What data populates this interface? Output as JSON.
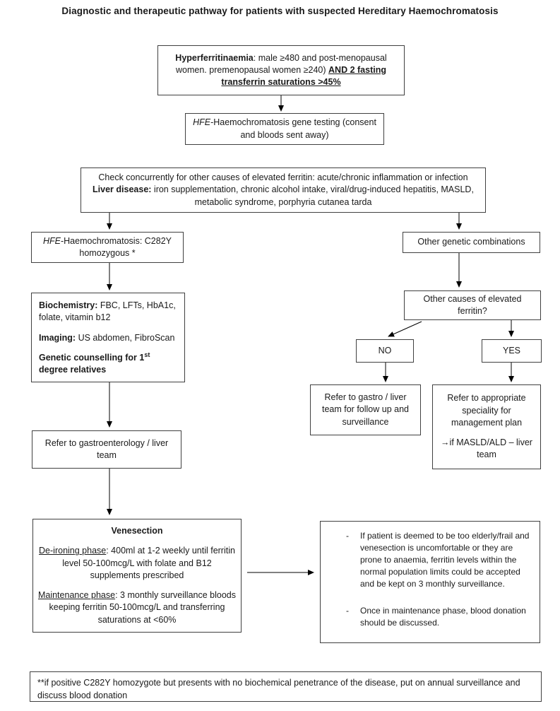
{
  "title": "Diagnostic and therapeutic pathway for patients with suspected Hereditary Haemochromatosis",
  "colors": {
    "box_border": "#404040",
    "arrow_line": "#000000",
    "text": "#1a1a1a",
    "background": "#ffffff"
  },
  "boxes": {
    "hyperferritinaemia": {
      "lead_bold": "Hyperferritinaemia",
      "body": ": male ≥480 and post-menopausal women. premenopausal women ≥240) ",
      "emphasis": "AND 2 fasting transferrin saturations >45%"
    },
    "gene_testing": {
      "italic_lead": "HFE",
      "body": "-Haemochromatosis gene testing (consent and bloods sent away)"
    },
    "check_concurrently": {
      "line1": "Check concurrently for other causes of elevated ferritin: acute/chronic inflammation or infection",
      "line2_bold": "Liver disease:",
      "line2_rest": " iron supplementation, chronic alcohol intake, viral/drug-induced hepatitis, MASLD,",
      "line3": "metabolic syndrome, porphyria cutanea tarda"
    },
    "c282y": {
      "italic_lead": "HFE",
      "body": "-Haemochromatosis: C282Y homozygous *"
    },
    "other_genetic": {
      "label": "Other genetic combinations"
    },
    "workup": {
      "biochemistry_label": "Biochemistry:",
      "biochemistry_items": " FBC, LFTs, HbA1c, folate, vitamin b12",
      "imaging_label": "Imaging:",
      "imaging_items": " US abdomen, FibroScan",
      "genetic_counselling_pre": "Genetic counselling for 1",
      "genetic_counselling_sup": "st",
      "genetic_counselling_post": " degree relatives"
    },
    "other_causes": {
      "label": "Other causes of elevated ferritin?"
    },
    "no_box": {
      "label": "NO"
    },
    "yes_box": {
      "label": "YES"
    },
    "refer_gastro_surveillance": {
      "label": "Refer to gastro / liver team for follow up and surveillance"
    },
    "refer_speciality": {
      "line1": "Refer to appropriate speciality for management plan",
      "line2": "→if MASLD/ALD – liver team"
    },
    "refer_gastroenterology": {
      "label": "Refer to gastroenterology / liver team"
    },
    "venesection": {
      "heading": "Venesection",
      "deironing_label": "De-ironing phase",
      "deironing_rest": ": 400ml at 1-2 weekly until ferritin level 50-100mcg/L with folate and B12 supplements prescribed",
      "maintenance_label": "Maintenance phase",
      "maintenance_rest": ": 3 monthly surveillance bloods keeping ferritin 50-100mcg/L and transferring saturations at <60%"
    },
    "elderly_note": {
      "marker": "-",
      "bullet1": "If patient is deemed to be too elderly/frail and venesection is uncomfortable or they are prone to anaemia, ferritin levels within the normal population limits could be accepted and be kept on 3 monthly surveillance.",
      "bullet2": "Once in maintenance phase, blood donation should be discussed."
    },
    "footnote": {
      "text": "**if positive C282Y homozygote but presents with no biochemical penetrance of the disease, put on annual surveillance and discuss blood donation"
    }
  }
}
